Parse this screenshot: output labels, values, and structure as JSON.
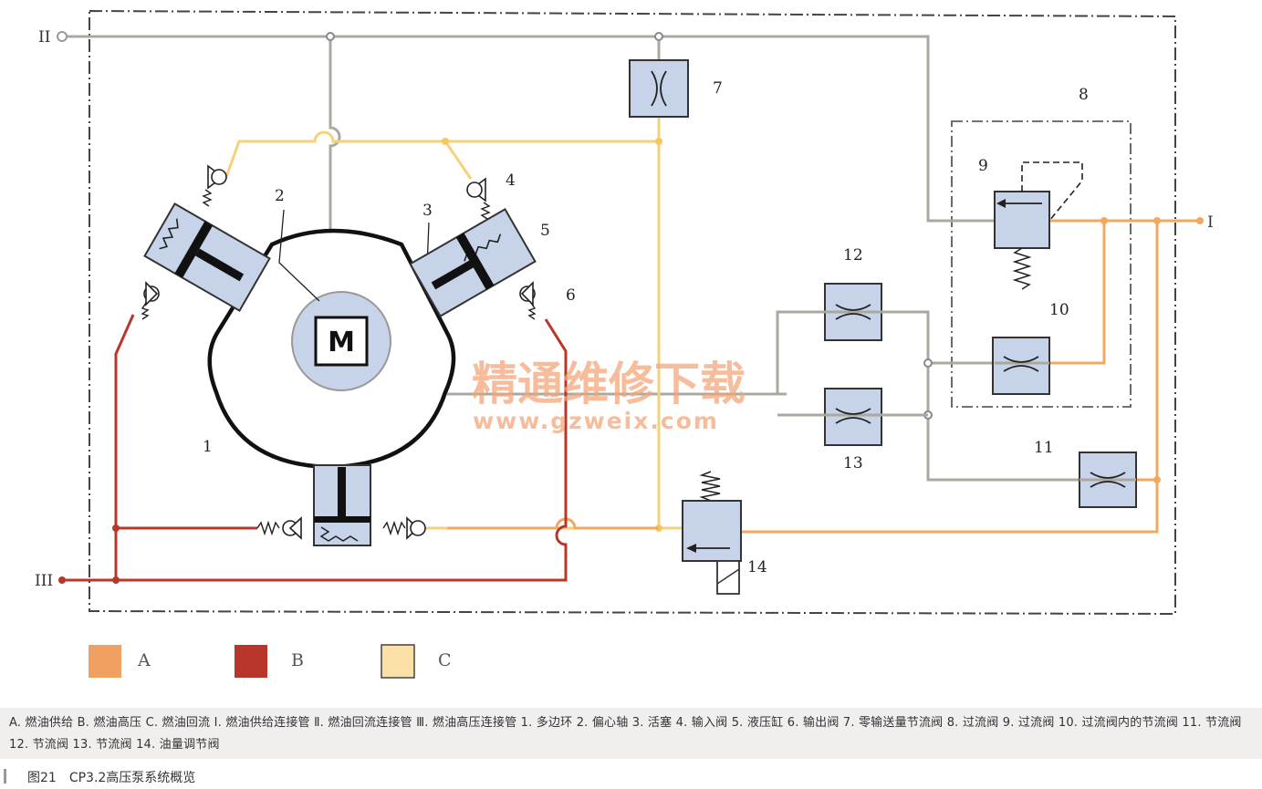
{
  "diagram": {
    "port_labels": {
      "I": "I",
      "II": "II",
      "III": "III"
    },
    "part_numbers": [
      "1",
      "2",
      "3",
      "4",
      "5",
      "6",
      "7",
      "8",
      "9",
      "10",
      "11",
      "12",
      "13",
      "14"
    ],
    "motor_label": "M",
    "legend": [
      {
        "key": "A",
        "color": "#f0a060"
      },
      {
        "key": "B",
        "color": "#b8362a"
      },
      {
        "key": "C",
        "color": "#fbe0a8"
      }
    ],
    "line_colors": {
      "supply": "#f3a860",
      "high_pressure": "#b8362a",
      "return": "#f5d27a",
      "gray": "#a9a9a0"
    },
    "watermark": {
      "line1": "精通维修下载",
      "line2": "www.gzweix.com"
    }
  },
  "caption": {
    "legend_text": "A. 燃油供给  B. 燃油高压  C. 燃油回流  Ⅰ. 燃油供给连接管  Ⅱ. 燃油回流连接管  Ⅲ. 燃油高压连接管  1. 多边环  2. 偏心轴  3. 活塞  4. 输入阀  5. 液压缸  6. 输出阀  7. 零输送量节流阀  8. 过流阀  9. 过流阀  10. 过流阀内的节流阀  11. 节流阀  12. 节流阀  13. 节流阀  14. 油量调节阀",
    "figure_number": "图21",
    "figure_title": "CP3.2高压泵系统概览"
  }
}
